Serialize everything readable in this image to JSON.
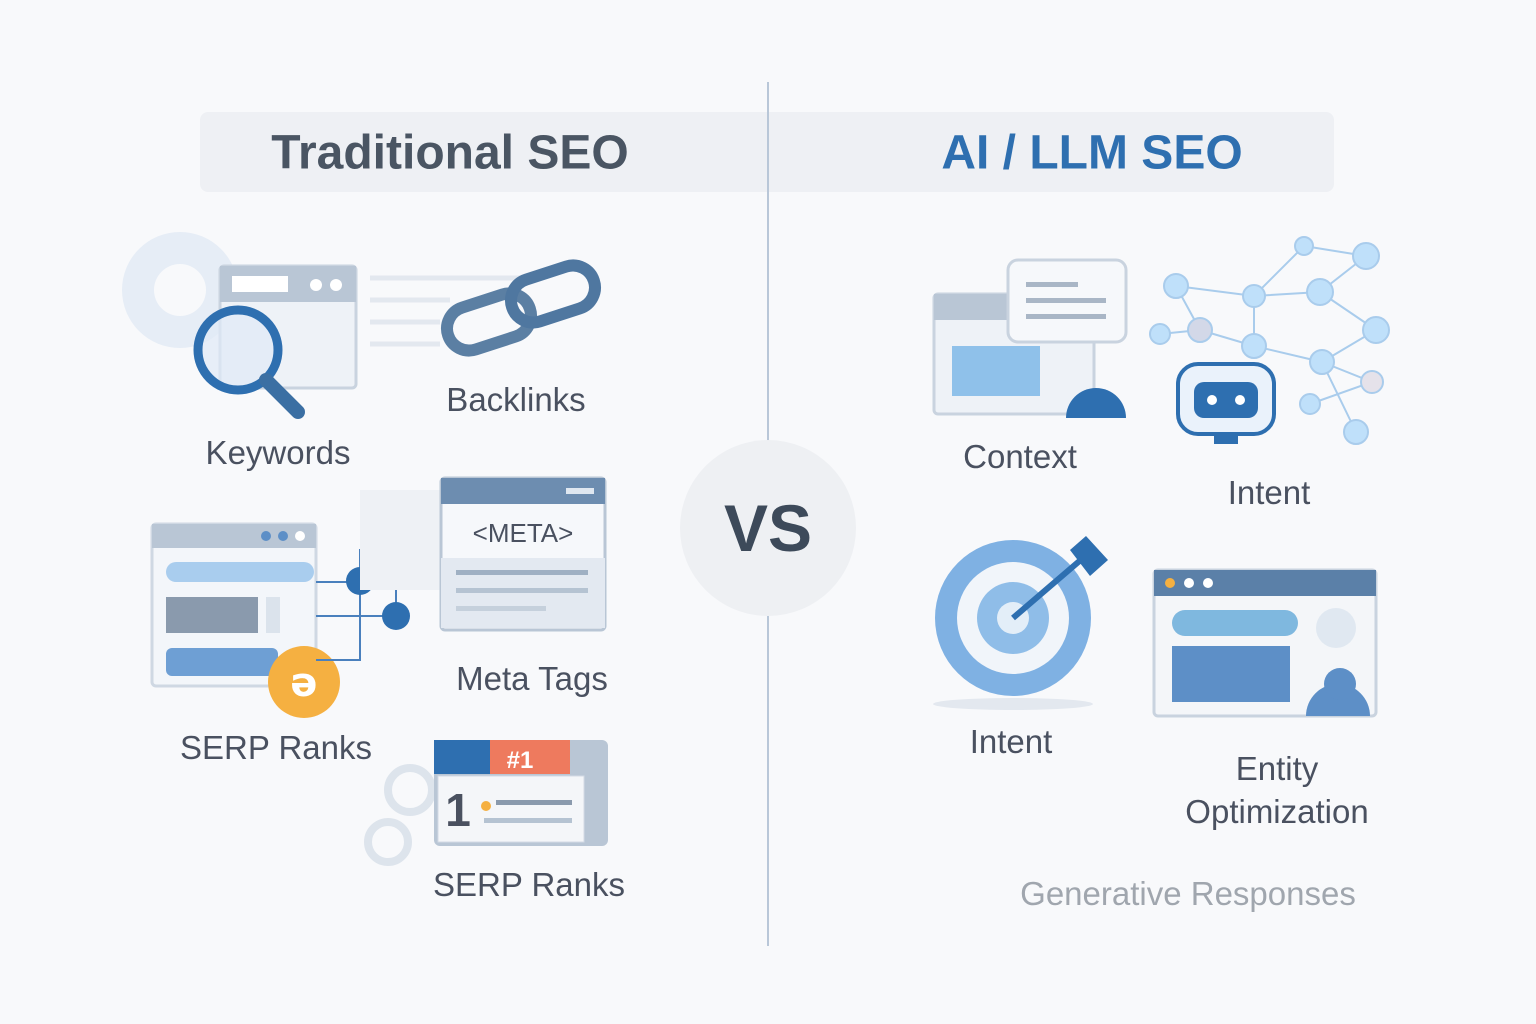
{
  "left": {
    "title": "Traditional SEO",
    "items": {
      "keywords": "Keywords",
      "backlinks": "Backlinks",
      "meta_tags": "Meta Tags",
      "meta_tag_code": "<META>",
      "serp_ranks_1": "SERP Ranks",
      "serp_ranks_2": "SERP Ranks",
      "rank_badge": "#1",
      "rank_number": "1"
    }
  },
  "center": {
    "vs": "VS"
  },
  "right": {
    "title": "AI / LLM SEO",
    "items": {
      "context": "Context",
      "intent_1": "Intent",
      "intent_2": "Intent",
      "entity_line1": "Entity",
      "entity_line2": "Optimization",
      "generative": "Generative Responses"
    }
  },
  "colors": {
    "accent": "#2e6fb0",
    "text": "#4a5160",
    "muted": "#a0a6ae",
    "orange": "#f5b041"
  }
}
